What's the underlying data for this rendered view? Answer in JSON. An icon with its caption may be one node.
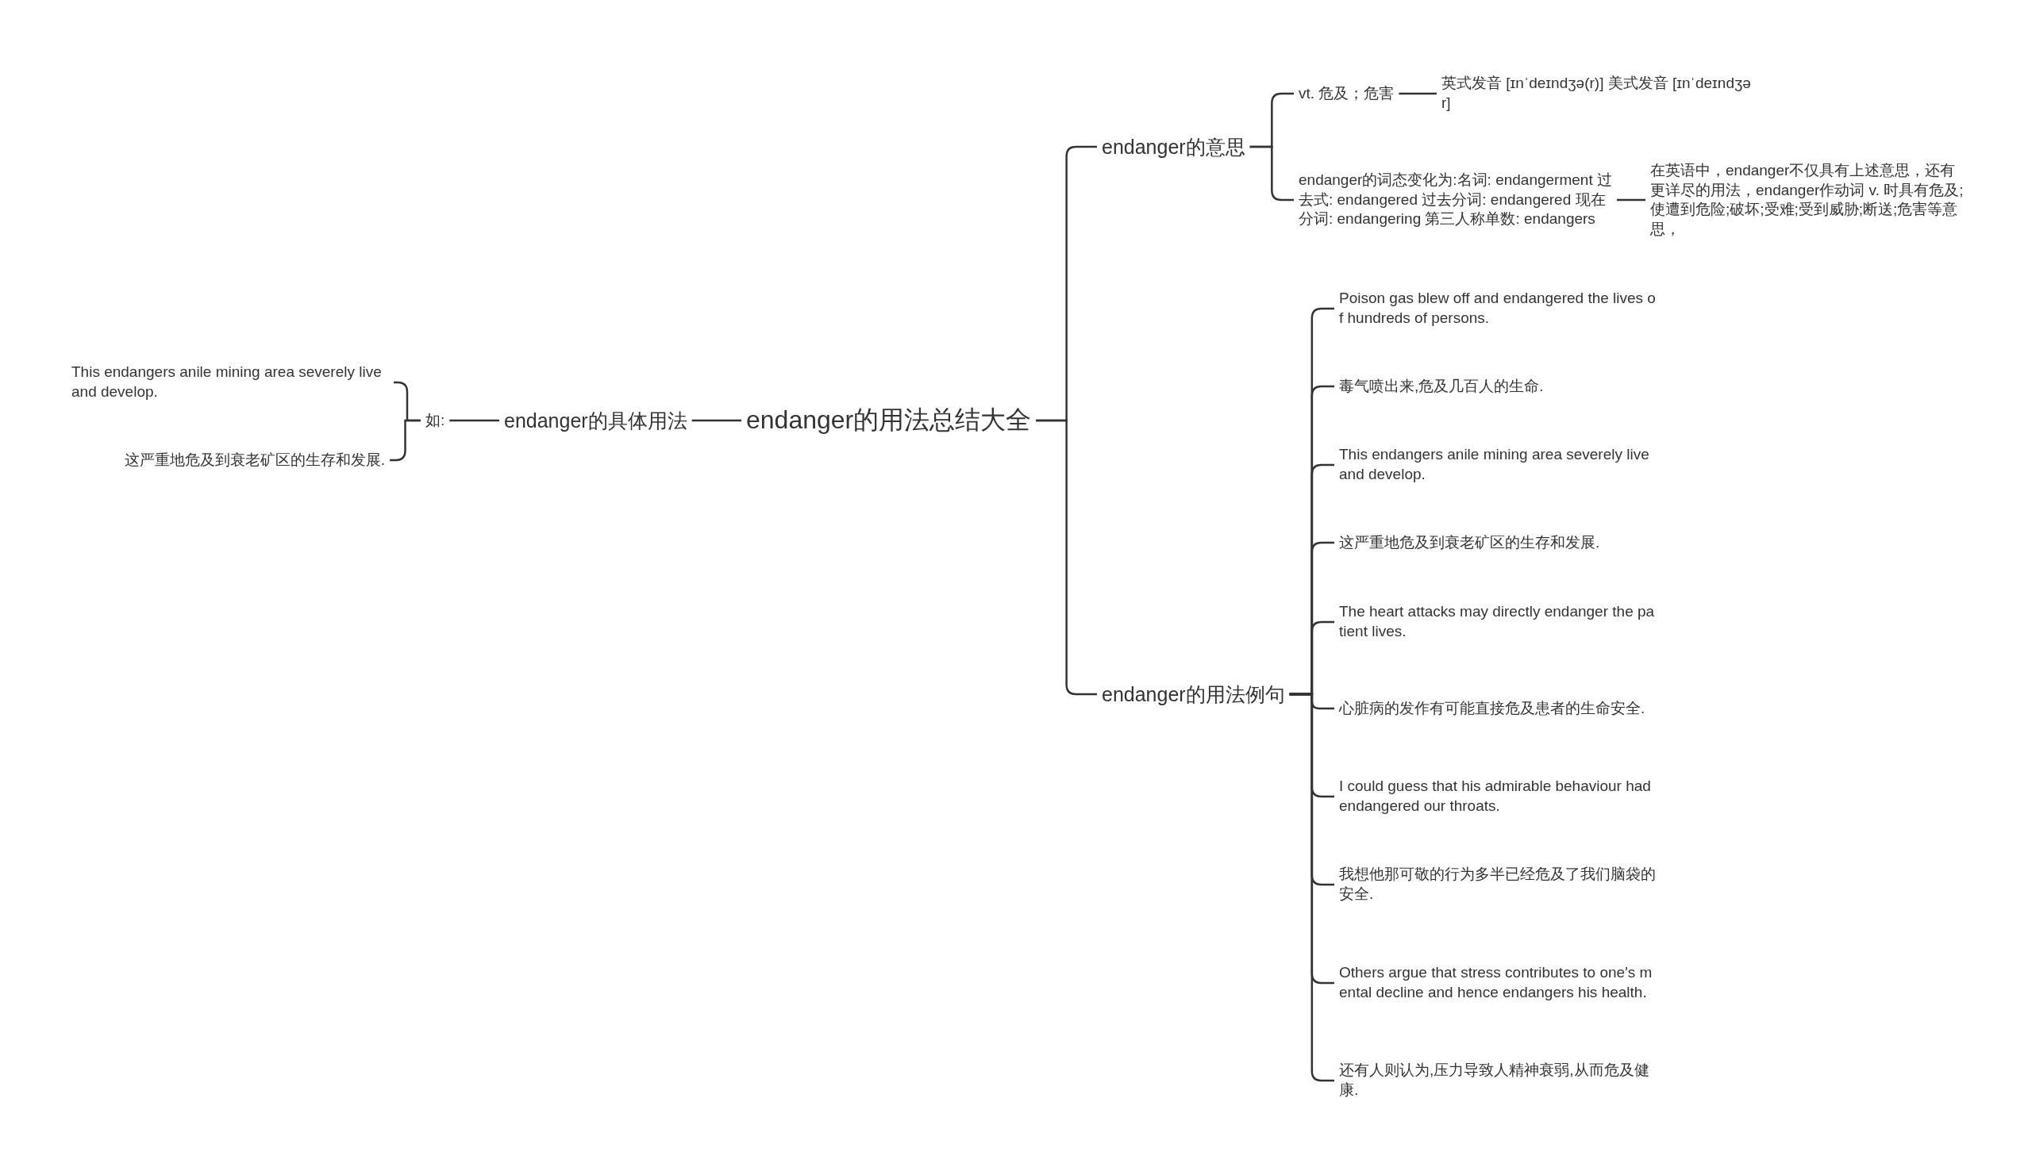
{
  "diagram": {
    "nodes": [
      {
        "text": [
          "endanger的用法总结大全"
        ]
      },
      {
        "text": [
          "endanger的意思"
        ]
      },
      {
        "text": [
          "vt. 危及；危害"
        ]
      },
      {
        "text": [
          "英式发音 [ɪnˈdeɪndʒə(r)] 美式发音 [ɪnˈdeɪndʒər]"
        ]
      },
      {
        "text": [
          "endanger的词态变化为:名词: endangerment 过去式: endangered 过去分词: endangered 现在分词: endangering 第三人称单数: endangers"
        ]
      },
      {
        "text": [
          "在英语中，endanger不仅具有上述意思，还有更详尽的用法，endanger作动词 v. 时具有危及;使遭到危险;破坏;受难;受到威胁;断送;危害等意思，"
        ]
      },
      {
        "text": [
          "endanger的用法例句"
        ]
      },
      {
        "text": [
          "Poison gas blew off and endangered the lives of hundreds of persons."
        ]
      },
      {
        "text": [
          "毒气喷出来,危及几百人的生命."
        ]
      },
      {
        "text": [
          "This endangers anile mining area severely live and develop."
        ]
      },
      {
        "text": [
          "这严重地危及到衰老矿区的生存和发展."
        ]
      },
      {
        "text": [
          "The heart attacks may directly endanger the patient lives."
        ]
      },
      {
        "text": [
          "心脏病的发作有可能直接危及患者的生命安全."
        ]
      },
      {
        "text": [
          "I could guess that his admirable behaviour had endangered our throats."
        ]
      },
      {
        "text": [
          "我想他那可敬的行为多半已经危及了我们脑袋的安全."
        ]
      },
      {
        "text": [
          "Others argue that stress contributes to one's mental decline and hence endangers his health."
        ]
      },
      {
        "text": [
          "还有人则认为,压力导致人精神衰弱,从而危及健康."
        ]
      },
      {
        "text": [
          "endanger的具体用法"
        ]
      },
      {
        "text": [
          "如:"
        ]
      },
      {
        "text": [
          "This endangers anile mining area severely live and develop."
        ]
      },
      {
        "text": [
          "这严重地危及到衰老矿区的生存和发展."
        ]
      }
    ],
    "edges": [
      {
        "from": 0,
        "to": 1,
        "arrow": "none"
      },
      {
        "from": 0,
        "to": 6,
        "arrow": "none"
      },
      {
        "from": 1,
        "to": 2,
        "arrow": "none"
      },
      {
        "from": 1,
        "to": 4,
        "arrow": "none"
      },
      {
        "from": 2,
        "to": 3,
        "arrow": "none"
      },
      {
        "from": 4,
        "to": 5,
        "arrow": "none"
      },
      {
        "from": 6,
        "to": 7,
        "arrow": "none"
      },
      {
        "from": 6,
        "to": 8,
        "arrow": "none"
      },
      {
        "from": 6,
        "to": 9,
        "arrow": "none"
      },
      {
        "from": 6,
        "to": 10,
        "arrow": "none"
      },
      {
        "from": 6,
        "to": 11,
        "arrow": "none"
      },
      {
        "from": 6,
        "to": 12,
        "arrow": "none"
      },
      {
        "from": 6,
        "to": 13,
        "arrow": "none"
      },
      {
        "from": 6,
        "to": 14,
        "arrow": "none"
      },
      {
        "from": 6,
        "to": 15,
        "arrow": "none"
      },
      {
        "from": 6,
        "to": 16,
        "arrow": "none"
      },
      {
        "from": 0,
        "to": 17,
        "arrow": "none"
      },
      {
        "from": 17,
        "to": 18,
        "arrow": "none"
      },
      {
        "from": 18,
        "to": 19,
        "arrow": "none"
      },
      {
        "from": 18,
        "to": 20,
        "arrow": "none"
      }
    ]
  }
}
